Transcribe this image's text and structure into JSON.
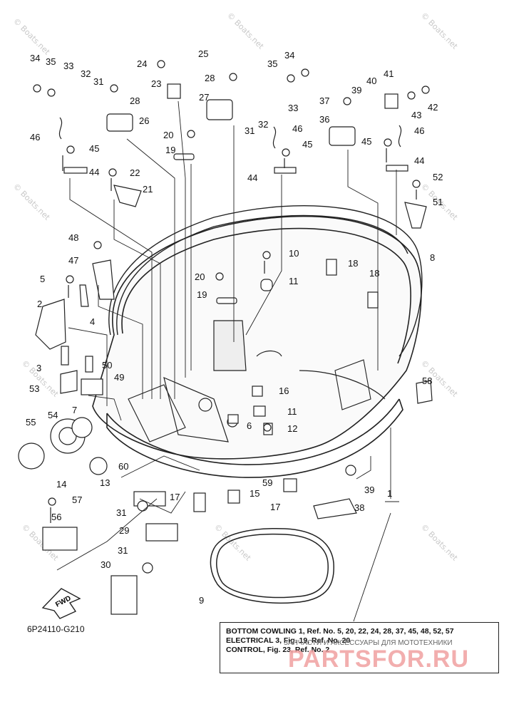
{
  "diagram_code": "6P24110-G210",
  "watermark_text": "© Boats.net",
  "fwd_label": "FWD",
  "callouts": {
    "c1": "1",
    "c2": "2",
    "c3": "3",
    "c4": "4",
    "c5": "5",
    "c6": "6",
    "c7": "7",
    "c8": "8",
    "c9": "9",
    "c10": "10",
    "c11a": "11",
    "c11b": "11",
    "c12": "12",
    "c13": "13",
    "c14": "14",
    "c15": "15",
    "c16": "16",
    "c17a": "17",
    "c17b": "17",
    "c18a": "18",
    "c18b": "18",
    "c19a": "19",
    "c19b": "19",
    "c20a": "20",
    "c20b": "20",
    "c21": "21",
    "c22": "22",
    "c23": "23",
    "c24": "24",
    "c25": "25",
    "c26": "26",
    "c27": "27",
    "c28a": "28",
    "c28b": "28",
    "c29": "29",
    "c30": "30",
    "c31a": "31",
    "c31b": "31",
    "c31c": "31",
    "c31d": "31",
    "c32a": "32",
    "c32b": "32",
    "c33a": "33",
    "c33b": "33",
    "c34a": "34",
    "c34b": "34",
    "c35a": "35",
    "c35b": "35",
    "c36": "36",
    "c37": "37",
    "c38": "38",
    "c39a": "39",
    "c39b": "39",
    "c40": "40",
    "c41": "41",
    "c42": "42",
    "c43": "43",
    "c44a": "44",
    "c44b": "44",
    "c44c": "44",
    "c45a": "45",
    "c45b": "45",
    "c45c": "45",
    "c46a": "46",
    "c46b": "46",
    "c46c": "46",
    "c47": "47",
    "c48": "48",
    "c49": "49",
    "c50": "50",
    "c51": "51",
    "c52": "52",
    "c53": "53",
    "c54": "54",
    "c55": "55",
    "c56": "56",
    "c57": "57",
    "c58": "58",
    "c59": "59",
    "c60": "60"
  },
  "note": {
    "line1": "BOTTOM COWLING 1, Ref. No. 5, 20, 22, 24, 28, 37, 45, 48, 52, 57",
    "line2": "ELECTRICAL 3, Fig. 19, Ref. No. 20",
    "line3": "CONTROL, Fig. 23, Ref. No. 2"
  },
  "overlay": {
    "promo_text": "ЗАПЧАСТИ И АКСЕССУАРЫ ДЛЯ МОТОТЕХНИКИ",
    "brand_text": "PARTSFOR.RU"
  }
}
